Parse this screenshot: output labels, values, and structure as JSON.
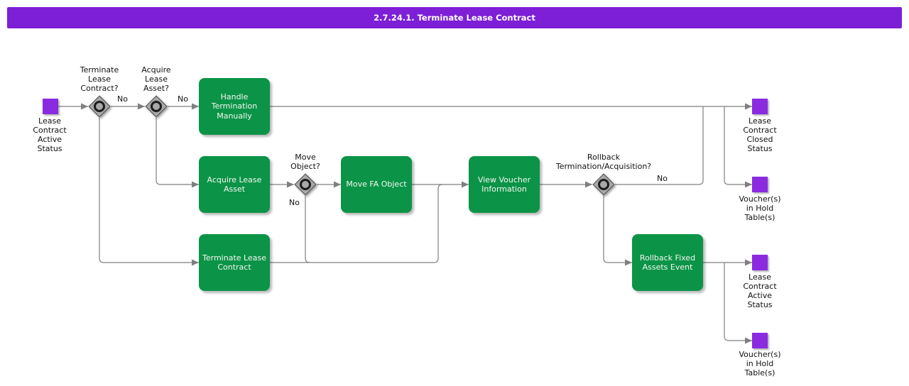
{
  "header": {
    "title": "2.7.24.1. Terminate Lease Contract"
  },
  "colors": {
    "header_bg": "#7c1fd6",
    "task_green": "#0b9447",
    "event_purple": "#8a2be2",
    "wire_gray": "#7f7f7f"
  },
  "events": [
    {
      "id": "start-lease-contract-active",
      "label": "Lease\nContract\nActive\nStatus"
    },
    {
      "id": "end-lease-contract-closed",
      "label": "Lease\nContract\nClosed\nStatus"
    },
    {
      "id": "end-vouchers-hold-top",
      "label": "Voucher(s)\nin Hold\nTable(s)"
    },
    {
      "id": "end-lease-contract-active",
      "label": "Lease\nContract\nActive\nStatus"
    },
    {
      "id": "end-vouchers-hold-bottom",
      "label": "Voucher(s)\nin Hold\nTable(s)"
    }
  ],
  "decisions": [
    {
      "id": "terminate-lease-contract",
      "label": "Terminate\nLease\nContract?",
      "no": "No"
    },
    {
      "id": "acquire-lease-asset",
      "label": "Acquire\nLease\nAsset?",
      "no": "No"
    },
    {
      "id": "move-object",
      "label": "Move\nObject?",
      "no": "No"
    },
    {
      "id": "rollback-termination",
      "label": "Rollback\nTermination/Acquisition?",
      "no": "No"
    }
  ],
  "tasks": [
    {
      "id": "handle-termination-manually",
      "label": "Handle\nTermination\nManually"
    },
    {
      "id": "acquire-lease-asset",
      "label": "Acquire Lease\nAsset"
    },
    {
      "id": "move-fa-object",
      "label": "Move FA Object"
    },
    {
      "id": "view-voucher-information",
      "label": "View Voucher\nInformation"
    },
    {
      "id": "terminate-lease-contract",
      "label": "Terminate Lease\nContract"
    },
    {
      "id": "rollback-fixed-assets-event",
      "label": "Rollback Fixed\nAssets Event"
    }
  ]
}
